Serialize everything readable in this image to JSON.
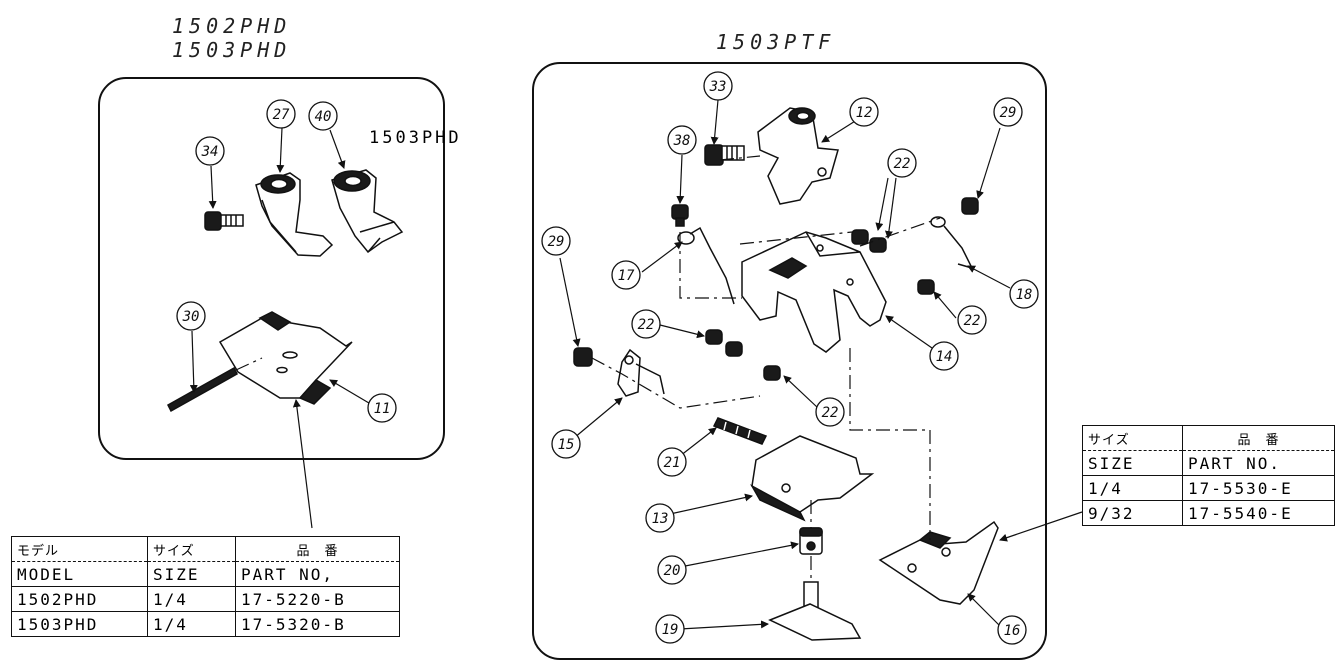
{
  "titles": {
    "left_line1": "1502PHD",
    "left_line2": "1503PHD",
    "right": "1503PTF",
    "left_side_label": "1503PHD"
  },
  "left_table": {
    "headers_jp": [
      "モデル",
      "サイズ",
      "品　番"
    ],
    "headers_en": [
      "MODEL",
      "SIZE",
      "PART NO,"
    ],
    "rows": [
      [
        "1502PHD",
        "1/4",
        "17-5220-B"
      ],
      [
        "1503PHD",
        "1/4",
        "17-5320-B"
      ]
    ]
  },
  "right_table": {
    "headers_jp": [
      "サイズ",
      "品　番"
    ],
    "headers_en": [
      "SIZE",
      "PART NO."
    ],
    "rows": [
      [
        "1/4",
        "17-5530-E"
      ],
      [
        "9/32",
        "17-5540-E"
      ]
    ]
  },
  "callouts_left": [
    "34",
    "27",
    "40",
    "30",
    "11"
  ],
  "callouts_right": [
    "33",
    "12",
    "29",
    "38",
    "22",
    "17",
    "18",
    "29",
    "22",
    "22",
    "14",
    "22",
    "15",
    "21",
    "13",
    "20",
    "19",
    "16"
  ],
  "colors": {
    "line": "#111111",
    "part_dark": "#1a1a1a",
    "part_light": "#ffffff"
  }
}
